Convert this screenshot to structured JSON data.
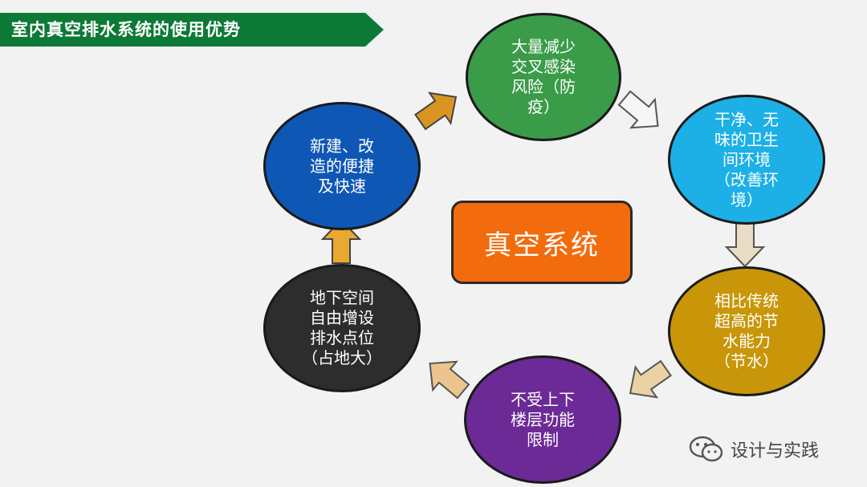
{
  "banner": {
    "title": "室内真空排水系统的使用优势",
    "color": "#0c7a36"
  },
  "center": {
    "label": "真空系统",
    "color": "#f26c0d"
  },
  "nodes": [
    {
      "id": "top",
      "text": "大量减少\n交叉感染\n风险（防\n疫）",
      "color": "#3a9b48"
    },
    {
      "id": "top-right",
      "text": "干净、无\n味的卫生\n间环境\n（改善环\n境）",
      "color": "#1cb0e6"
    },
    {
      "id": "bottom-right",
      "text": "相比传统\n超高的节\n水能力\n（节水）",
      "color": "#c99609"
    },
    {
      "id": "bottom",
      "text": "不受上下\n楼层功能\n限制",
      "color": "#6c2a96"
    },
    {
      "id": "bottom-left",
      "text": "地下空间\n自由增设\n排水点位\n（占地大）",
      "color": "#2d2d2d"
    },
    {
      "id": "top-left",
      "text": "新建、改\n造的便捷\n及快速",
      "color": "#0e57b5"
    }
  ],
  "watermark": {
    "text": "设计与实践",
    "icon": "wechat-icon"
  }
}
